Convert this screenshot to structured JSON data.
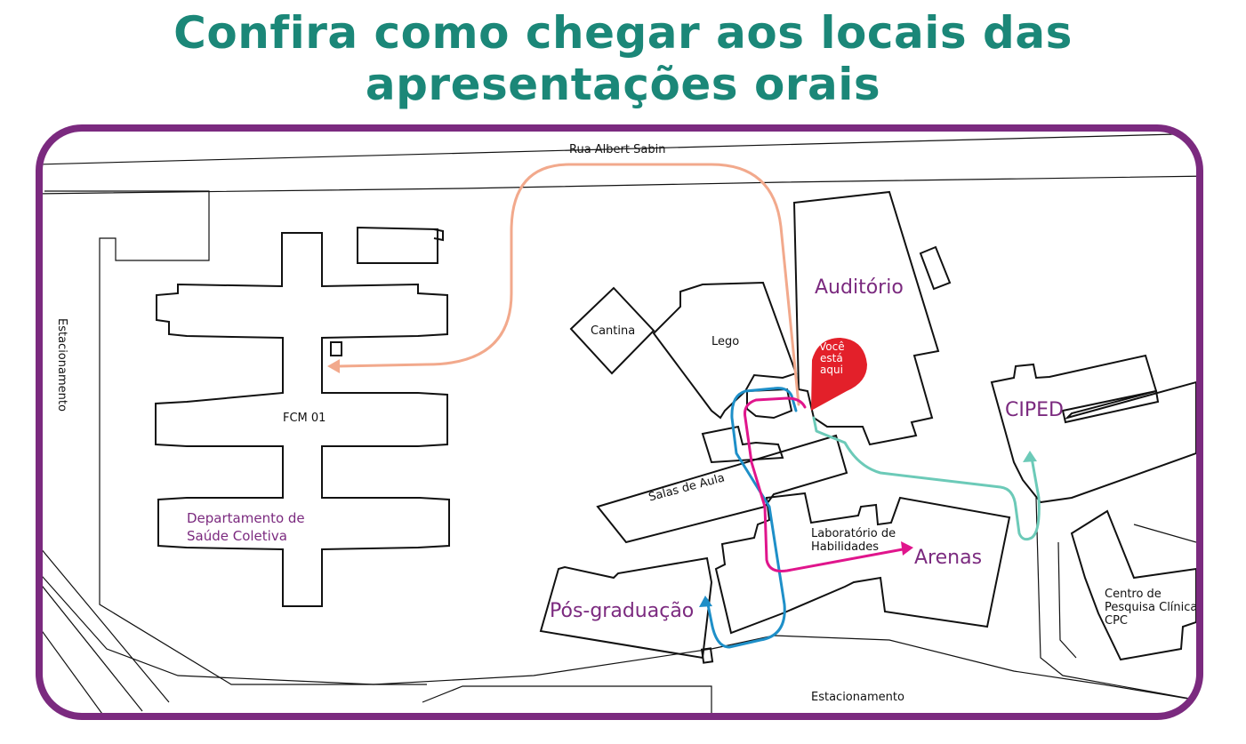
{
  "title": "Confira como chegar aos locais das apresentações orais",
  "colors": {
    "title": "#1b8778",
    "frame": "#7b2a7f",
    "label_purple": "#7b2a7f",
    "route_peach": "#f2a98c",
    "route_blue": "#1e8fc8",
    "route_magenta": "#e0158c",
    "route_teal": "#6ccab8",
    "you_are_here": "#e3202a"
  },
  "labels": {
    "street": "Rua Albert Sabin",
    "parking_left": "Estacionamento",
    "parking_bottom": "Estacionamento",
    "fcm01": "FCM 01",
    "dept_line1": "Departamento de",
    "dept_line2": "Saúde Coletiva",
    "cantina": "Cantina",
    "lego": "Lego",
    "auditorio": "Auditório",
    "you_are_here_line1": "Você",
    "you_are_here_line2": "está",
    "you_are_here_line3": "aqui",
    "ciped": "CIPED",
    "salas": "Salas de Aula",
    "lab_line1": "Laboratório de",
    "lab_line2": "Habilidades",
    "arenas": "Arenas",
    "posgrad": "Pós-graduação",
    "cpc_line1": "Centro de",
    "cpc_line2": "Pesquisa Clínica",
    "cpc_line3": "CPC"
  },
  "icons": {
    "you_are_here": "map-pin-icon"
  }
}
